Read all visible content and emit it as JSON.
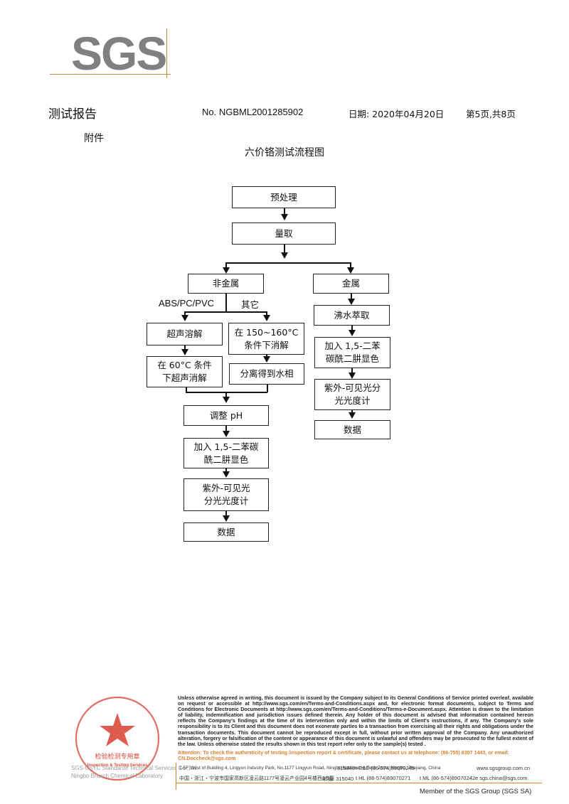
{
  "logo": {
    "text": "SGS"
  },
  "header": {
    "title": "测试报告",
    "report_no": "No. NGBML2001285902",
    "date": "日期: 2020年04月20日",
    "page": "第5页,共8页"
  },
  "annex": "附件",
  "chart_title": "六价铬测试流程图",
  "flowchart": {
    "pretreatment": "预处理",
    "measure": "量取",
    "nonmetal": "非金属",
    "metal": "金属",
    "branch_abs": "ABS/PC/PVC",
    "branch_other": "其它",
    "ultrasonic_dissolve": "超声溶解",
    "digest_150": "在 150~160°C\n条件下消解",
    "ultrasonic_60": "在 60°C 条件\n下超声消解",
    "separate_aqueous": "分离得到水相",
    "adjust_ph": "调整 pH",
    "add_dpc_left": "加入 1,5-二苯碳\n酰二肼显色",
    "uv_vis_left": "紫外-可见光\n分光光度计",
    "data_left": "数据",
    "boiling_extract": "沸水萃取",
    "add_dpc_right": "加入 1,5-二苯\n碳酰二肼显色",
    "uv_vis_right": "紫外-可见光分\n光光度计",
    "data_right": "数据"
  },
  "footer": {
    "disclaimer": "Unless otherwise agreed in writing, this document is issued by the Company subject to its General Conditions of Service printed overleaf, available on request or accessible at http://www.sgs.com/en/Terms-and-Conditions.aspx and, for electronic format documents, subject to Terms and Conditions for Electronic Documents at http://www.sgs.com/en/Terms-and-Conditions/Terms-e-Document.aspx. Attention is drawn to the limitation of liability, indemnification and jurisdiction issues defined therein. Any holder of this document is advised that information contained hereon reflects the Company's findings at the time of its intervention only and within the limits of Client's instructions, if any. The Company's sole responsibility is to its Client and this document does not exonerate parties to a transaction from exercising all their rights and obligations under the transaction documents. This document cannot be reproduced except in full, without prior written approval of the Company. Any unauthorized alteration, forgery or falsification of the content or appearance of this document is unlawful and offenders may be prosecuted to the fullest extent of the law. Unless otherwise stated the results shown in this test report refer only to the sample(s) tested .",
    "attention": "Attention: To check the authenticity of testing /inspection report & certificate, please contact us at telephone: (86-755) 8307 1443, or email: CN.Doccheck@sgs.com",
    "address_en": "1-5F West of Building 4, Lingyun Industry Park, No.1177 Lingyun Road, Ningbo National Hi-Tech Zone, Ningbo, Zhejiang, China",
    "postcode_en": "315040",
    "tel_ee": "t E&E (86-574)89070249",
    "website": "www.sgsgroup.com.cn",
    "address_cn": "中国・浙江・宁波市国家高新区凌云路1177号凌云产业园4号楼西1-5层",
    "postcode_cn": "邮编: 315040",
    "tel_hl": "t HL  (86-574)89070271",
    "tel_ml": "t ML  (86-574)89070242",
    "email": "e  sgs.china@sgs.com",
    "company_en": "SGS-CSTC Standards Technical Services Co.,Ltd.",
    "branch_en": "Ningbo Branch Chemical Laboratory",
    "seal_text": "检验检测专用章",
    "seal_en": "Inspection & Testing Services",
    "member": "Member of the SGS Group (SGS SA)"
  },
  "colors": {
    "accent": "#d9812f",
    "logo_gray": "#808080",
    "seal_red": "#d94a3a"
  }
}
